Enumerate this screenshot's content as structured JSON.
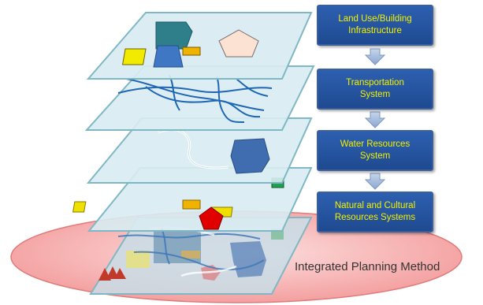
{
  "flow_steps": [
    {
      "line1": "Land Use/Building",
      "line2": "Infrastructure"
    },
    {
      "line1": "Transportation",
      "line2": "System"
    },
    {
      "line1": "Water Resources",
      "line2": "System"
    },
    {
      "line1": "Natural and Cultural",
      "line2": "Resources Systems"
    }
  ],
  "caption": "Integrated Planning Method",
  "colors": {
    "layer_fill": "#d8ecf2",
    "layer_stroke": "#7fb8c4",
    "ellipse_fill": "#f7b4b4",
    "flow_box": "#2459a8",
    "flow_text": "#f2f200",
    "arrow": "#a9bedc",
    "road": "#2f6fb5"
  },
  "icons": [
    "down-arrow-icon",
    "pentagon-icon",
    "red-pentagon-icon",
    "triangle-icon"
  ]
}
